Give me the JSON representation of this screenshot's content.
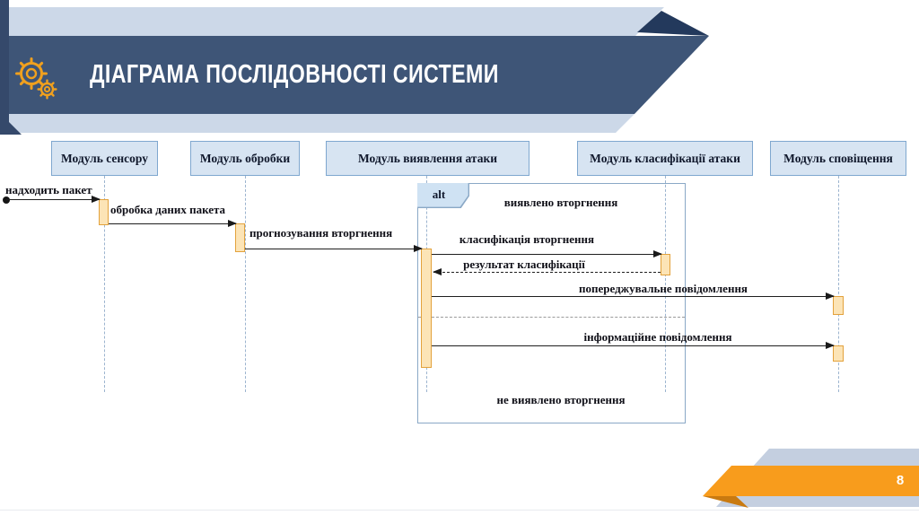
{
  "header": {
    "title": "ДІАГРАМА ПОСЛІДОВНОСТІ СИСТЕМИ",
    "icon": "gears-icon"
  },
  "footer": {
    "page_number": "8"
  },
  "colors": {
    "header_navy": "#3e5577",
    "header_dark_wedge": "#23395c",
    "band_light_blue": "#ccd8e8",
    "footer_band_blue": "#c4cfe0",
    "accent_orange": "#f89c1c",
    "accent_orange_dark": "#c97a10",
    "module_box_fill": "#d7e4f2",
    "module_box_border": "#7fa7cf",
    "activation_fill": "#fce4b6",
    "activation_border": "#e3a23c",
    "frame_border": "#8aa8c6"
  },
  "diagram": {
    "lifelines": [
      {
        "label": "Модуль сенсору"
      },
      {
        "label": "Модуль обробки"
      },
      {
        "label": "Модуль виявлення атаки"
      },
      {
        "label": "Модуль класифікації атаки"
      },
      {
        "label": "Модуль сповіщення"
      }
    ],
    "messages": [
      {
        "label": "надходить пакет",
        "from": "external",
        "to": "Модуль сенсору",
        "style": "sync"
      },
      {
        "label": "обробка даних пакета",
        "from": "Модуль сенсору",
        "to": "Модуль обробки",
        "style": "sync"
      },
      {
        "label": "прогнозування вторгнення",
        "from": "Модуль обробки",
        "to": "Модуль виявлення атаки",
        "style": "sync"
      },
      {
        "label": "класифікація вторгнення",
        "from": "Модуль виявлення атаки",
        "to": "Модуль класифікації атаки",
        "style": "sync"
      },
      {
        "label": "результат класифікації",
        "from": "Модуль класифікації атаки",
        "to": "Модуль виявлення атаки",
        "style": "return-dashed"
      },
      {
        "label": "попереджувальне повідомлення",
        "from": "Модуль виявлення атаки",
        "to": "Модуль сповіщення",
        "style": "sync"
      },
      {
        "label": "інформаційне повідомлення",
        "from": "Модуль виявлення атаки",
        "to": "Модуль сповіщення",
        "style": "sync"
      }
    ],
    "frame": {
      "operator": "alt",
      "guard_true": "виявлено вторгнення",
      "guard_false": "не виявлено вторгнення"
    }
  }
}
